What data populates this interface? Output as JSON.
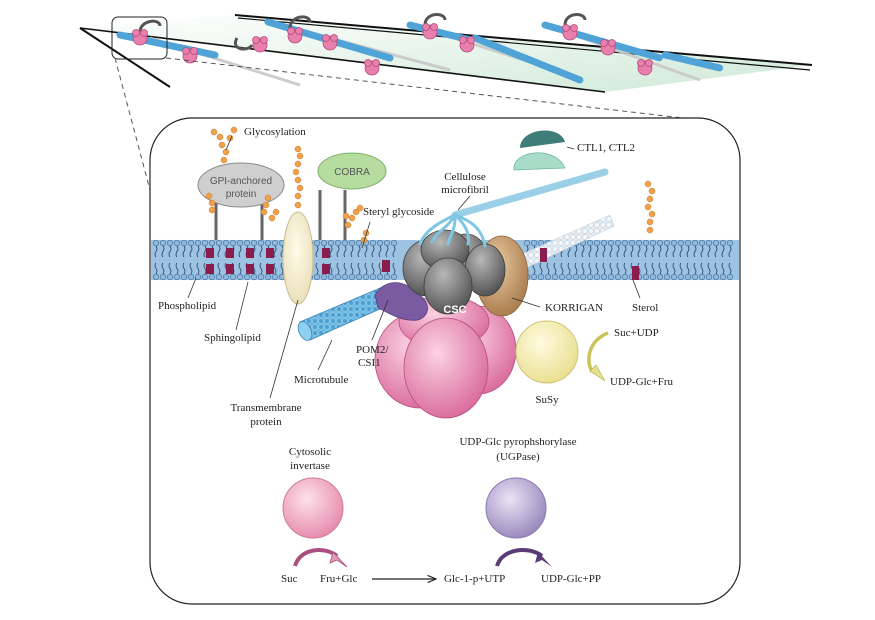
{
  "labels": {
    "glycosylation": "Glycosylation",
    "gpi_line1": "GPI-anchored",
    "gpi_line2": "protein",
    "cobra": "COBRA",
    "ctl": "CTL1, CTL2",
    "cellulose_line1": "Cellulose",
    "cellulose_line2": "microfibril",
    "steryl_glycoside": "Steryl glycoside",
    "phospholipid": "Phospholipid",
    "sphingolipid": "Sphingolipid",
    "transmembrane_line1": "Transmembrane",
    "transmembrane_line2": "protein",
    "microtubule": "Microtubule",
    "pom2_line1": "POM2/",
    "pom2_line2": "CSI1",
    "csc": "CSC",
    "korrigan": "KORRIGAN",
    "sterol": "Sterol",
    "suc_udp": "Suc+UDP",
    "udp_glc_fru": "UDP-Glc+Fru",
    "susy": "SuSy",
    "cytosolic_line1": "Cytosolic",
    "cytosolic_line2": "invertase",
    "ugpase_line1": "UDP-Glc pyrophshorylase",
    "ugpase_line2": "(UGPase)",
    "suc": "Suc",
    "fru_glc": "Fru+Glc",
    "glc1p_utp": "Glc-1-p+UTP",
    "udp_glc_pp": "UDP-Glc+PP"
  },
  "colors": {
    "membrane": "#9ec3e2",
    "phospholipid_head": "#8fb8dc",
    "sphingolipid": "#8a1c4e",
    "glycan": "#f0a24a",
    "csc_gray": "#6e6e6e",
    "csc_pink": "#e07ea8",
    "korrigan": "#c09060",
    "pom2": "#7a5aa0",
    "microtubule": "#5aaad6",
    "cellulose": "#a8d8ee",
    "ctl_dark": "#3f7d78",
    "ctl_light": "#a6dcc8",
    "susy": "#f2eba8",
    "invertase": "#ec9cb8",
    "ugpase": "#a898c4",
    "cobra": "#b6dca0",
    "gpi": "#c8c8c8"
  }
}
